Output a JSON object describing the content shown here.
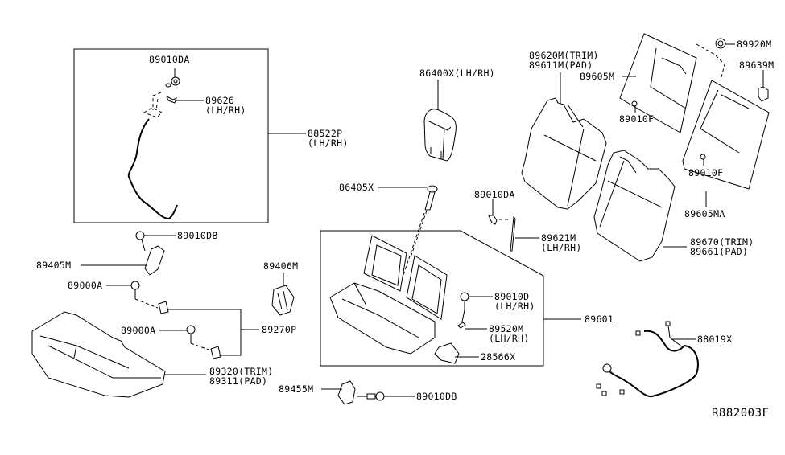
{
  "diagram": {
    "reference_code": "R882003F",
    "callouts": {
      "p89010DA_top": "89010DA",
      "p89626": "89626",
      "p89626_note": "(LH/RH)",
      "p88522P": "88522P",
      "p88522P_note": "(LH/RH)",
      "p86400X": "86400X(LH/RH)",
      "p89620M": "89620M(TRIM)",
      "p89611M": "89611M(PAD)",
      "p89605M": "89605M",
      "p89010F_a": "89010F",
      "p89920M": "89920M",
      "p89639M": "89639M",
      "p89010F_b": "89010F",
      "p89605MA": "89605MA",
      "p86405X": "86405X",
      "p89010DA_mid": "89010DA",
      "p89621M": "89621M",
      "p89621M_note": "(LH/RH)",
      "p89670": "89670(TRIM)",
      "p89661": "89661(PAD)",
      "p89010DB_top": "89010DB",
      "p89405M": "89405M",
      "p89406M": "89406M",
      "p89000A_a": "89000A",
      "p89010D": "89010D",
      "p89010D_note": "(LH/RH)",
      "p89601": "89601",
      "p89000A_b": "89000A",
      "p89270P": "89270P",
      "p89520M": "89520M",
      "p89520M_note": "(LH/RH)",
      "p88019X": "88019X",
      "p28566X": "28566X",
      "p89320": "89320(TRIM)",
      "p89311": "89311(PAD)",
      "p89455M": "89455M",
      "p89010DB_bottom": "89010DB"
    }
  }
}
